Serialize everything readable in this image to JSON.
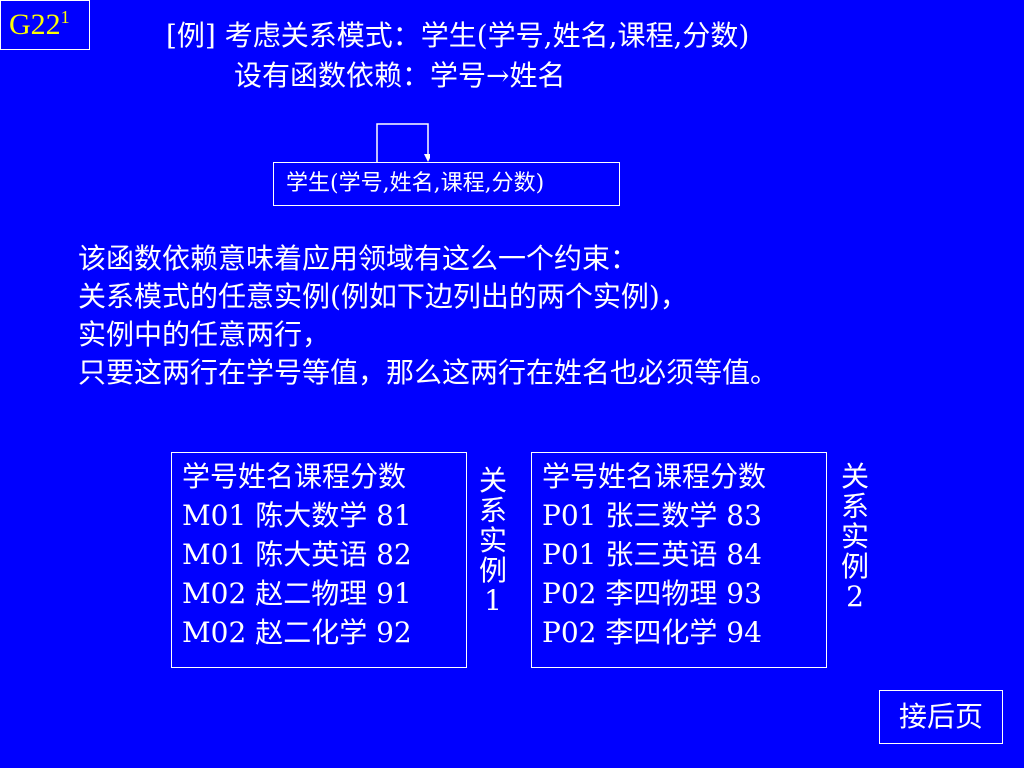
{
  "slide_id": {
    "base": "G22",
    "sup": "1"
  },
  "example_line": "[例] 考虑关系模式：学生(学号,姓名,课程,分数)",
  "dependency_line": "设有函数依赖：学号→姓名",
  "schema_box": "学生(学号,姓名,课程,分数)",
  "explanation": [
    "该函数依赖意味着应用领域有这么一个约束：",
    "关系模式的任意实例(例如下边列出的两个实例)，",
    "实例中的任意两行，",
    "只要这两行在学号等值，那么这两行在姓名也必须等值。"
  ],
  "instances": [
    {
      "header": "学号姓名课程分数",
      "rows": [
        "M01 陈大数学  81",
        "M01 陈大英语  82",
        "M02 赵二物理  91",
        "M02 赵二化学  92"
      ],
      "label": [
        "关",
        "系",
        "实",
        "例",
        "1"
      ]
    },
    {
      "header": "学号姓名课程分数",
      "rows": [
        "P01  张三数学  83",
        "P01  张三英语  84",
        "P02  李四物理  93",
        "P02  李四化学  94"
      ],
      "label": [
        "关",
        "系",
        "实",
        "例",
        "2"
      ]
    }
  ],
  "next_page_label": "接后页",
  "colors": {
    "background": "#0000ff",
    "text": "#ffffff",
    "slide_id": "#ffff00"
  }
}
